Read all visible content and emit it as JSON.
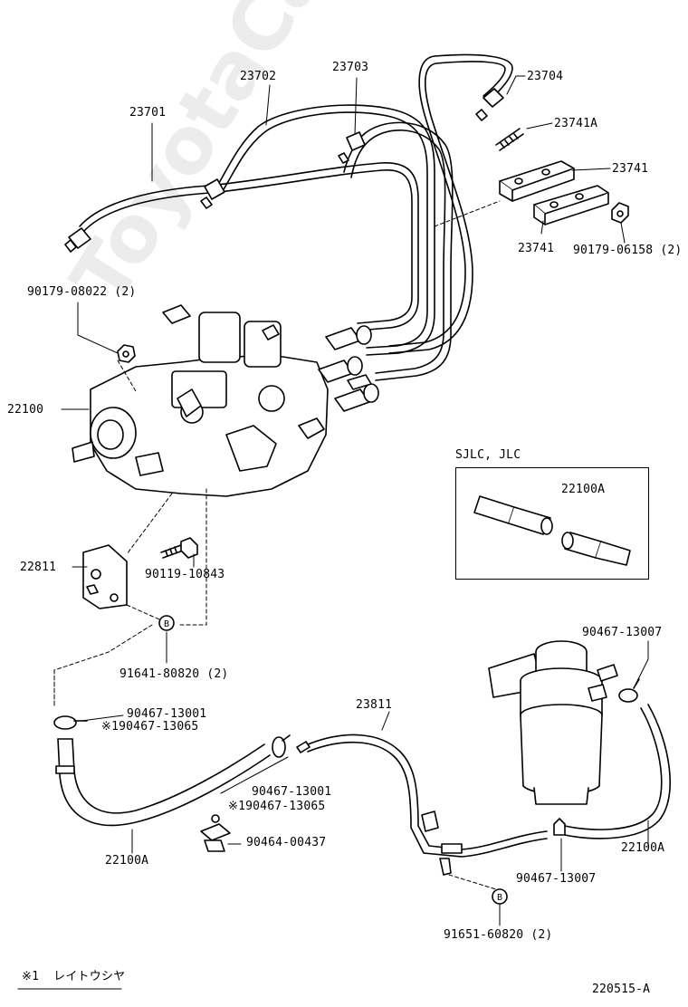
{
  "watermark": "ToyotaCarMine.ru",
  "box_title": "SJLC, JLC",
  "footnote": {
    "mark": "※1",
    "text": "レイトウシヤ"
  },
  "figure_id": "220515-A",
  "callouts": {
    "p23701": "23701",
    "p23702": "23702",
    "p23703": "23703",
    "p23704": "23704",
    "p23741A": "23741A",
    "p23741_top": "23741",
    "p23741_bottom": "23741",
    "p90179_06158": "90179-06158 (2)",
    "p90179_08022": "90179-08022 (2)",
    "p22100": "22100",
    "p22100A_box": "22100A",
    "p22811": "22811",
    "p90119_10843": "90119-10843",
    "p91641_80820": "91641-80820 (2)",
    "p90467_13007_top": "90467-13007",
    "p90467_13001_left": "90467-13001",
    "p190467_13065_left": "※190467-13065",
    "p23811": "23811",
    "p90467_13001_mid": "90467-13001",
    "p190467_13065_mid": "※190467-13065",
    "p90464_00437": "90464-00437",
    "p22100A_left": "22100A",
    "p22100A_right": "22100A",
    "p90467_13007_bottom": "90467-13007",
    "p91651_60820": "91651-60820 (2)"
  },
  "circle_b": "B"
}
